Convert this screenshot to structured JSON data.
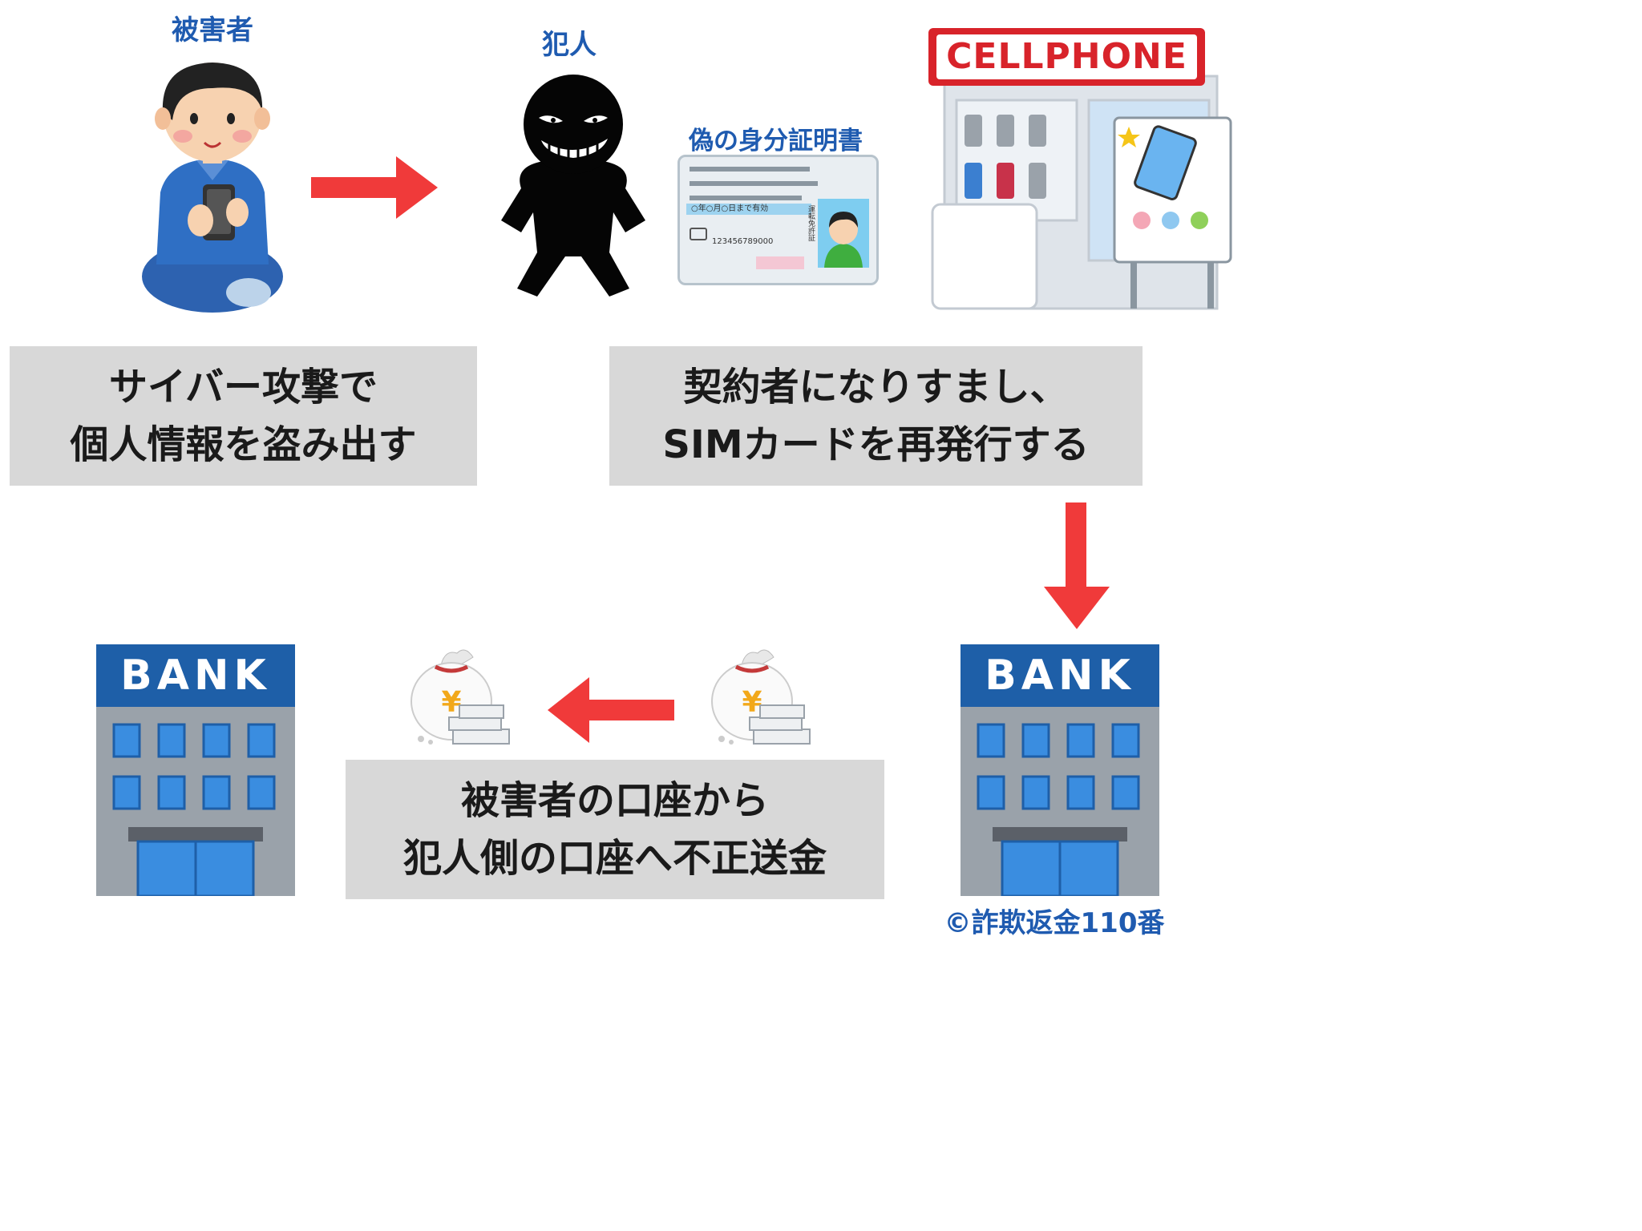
{
  "labels": {
    "victim": "被害者",
    "criminal": "犯人",
    "fake_id": "偽の身分証明書",
    "store_sign": "CELLPHONE",
    "bank_sign": "BANK",
    "id_line1": "○年○月○日まで有効",
    "id_number": "123456789000",
    "id_side_text": "運転免許証",
    "yen_mark": "¥"
  },
  "steps": {
    "step1": {
      "line1": "サイバー攻撃で",
      "line2": "個人情報を盗み出す"
    },
    "step2": {
      "line1": "契約者になりすまし、",
      "line2": "SIMカードを再発行する"
    },
    "step3": {
      "line1": "被害者の口座から",
      "line2": "犯人側の口座へ不正送金"
    }
  },
  "credit": "©詐欺返金110番",
  "colors": {
    "arrow": "#f03a3a",
    "label_blue": "#1f5bb0",
    "box_gray": "#d8d8d8",
    "bank_blue": "#1e5fa8",
    "store_red": "#d8232a"
  }
}
